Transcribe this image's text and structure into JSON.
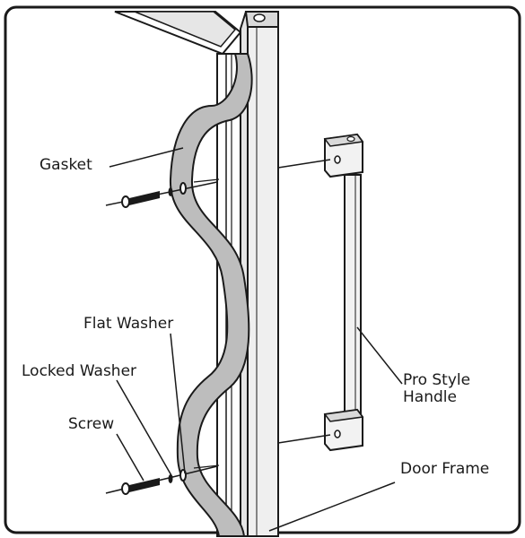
{
  "labels": {
    "gasket": "Gasket",
    "flat_washer": "Flat Washer",
    "locked_washer": "Locked Washer",
    "screw": "Screw",
    "handle_line1": "Pro Style",
    "handle_line2": "Handle",
    "door_frame": "Door Frame"
  },
  "colors": {
    "outline": "#1a1a1a",
    "gasket_fill": "#bdbdbd",
    "frame_fill": "#e6e6e6",
    "handle_fill": "#f2f2f2"
  }
}
